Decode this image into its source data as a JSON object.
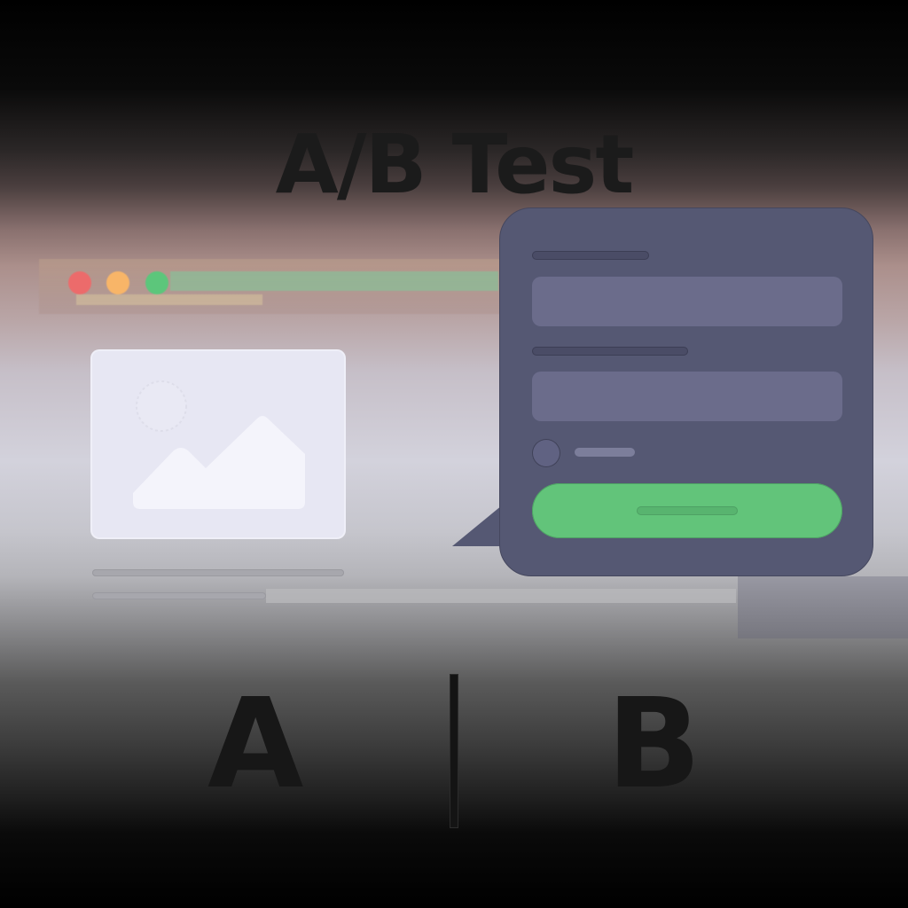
{
  "header": {
    "title": "A/B Test"
  },
  "variant_a": {
    "label": "A",
    "browser": {
      "window_controls": [
        {
          "name": "close",
          "color": "#ec6b6b"
        },
        {
          "name": "minimize",
          "color": "#f8b568"
        },
        {
          "name": "maximize",
          "color": "#5cc67b"
        }
      ],
      "address_bar_color": "#8fb896"
    },
    "image_placeholder": {
      "icon": "image-icon"
    },
    "text_lines": 2
  },
  "variant_b": {
    "label": "B",
    "form": {
      "fields": [
        {
          "label_placeholder": "skeleton",
          "input_placeholder": ""
        },
        {
          "label_placeholder": "skeleton",
          "input_placeholder": ""
        }
      ],
      "radio_option": {
        "checked": false
      },
      "submit_button": {
        "color": "#62c47a",
        "label_placeholder": "skeleton"
      }
    },
    "bubble_color": "#555873"
  },
  "colors": {
    "title": "#1b1b1b",
    "accent_green": "#62c47a",
    "bubble": "#555873",
    "field": "#6b6c8b"
  }
}
